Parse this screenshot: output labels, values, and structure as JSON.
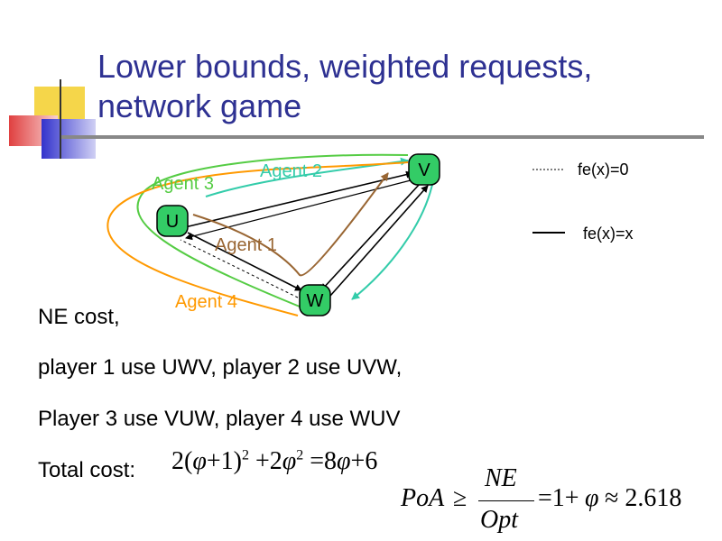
{
  "title": "Lower bounds, weighted requests, network game",
  "nodes": {
    "u": "U",
    "v": "V",
    "w": "W"
  },
  "agents": {
    "agent1": "Agent 1",
    "agent2": "Agent 2",
    "agent3": "Agent 3",
    "agent4": "Agent 4"
  },
  "legend": {
    "dashed": "fe(x)=0",
    "solid": "fe(x)=x"
  },
  "colors": {
    "title": "#2e3192",
    "node_fill": "#33cc66",
    "agent1": "#996633",
    "agent2": "#33ccaa",
    "agent3": "#55cc44",
    "agent4": "#ff9900"
  },
  "body": {
    "line1": "NE cost,",
    "line2": "player 1 use UWV, player 2 use UVW,",
    "line3": "Player 3 use VUW, player 4 use WUV",
    "line4": "Total cost:"
  },
  "formula_cost": {
    "t1": "2(",
    "t2": "φ",
    "t3": "+1)",
    "t4": "2",
    "t5": "+2",
    "t6": "φ",
    "t7": "2",
    "t8": "=8",
    "t9": "φ",
    "t10": "+6"
  },
  "formula_poa": {
    "lhs": "PoA",
    "geq": "≥",
    "num": "NE",
    "den": "Opt",
    "rhs1": "=1+",
    "phi": "φ",
    "rhs2": "≈ 2.618"
  }
}
